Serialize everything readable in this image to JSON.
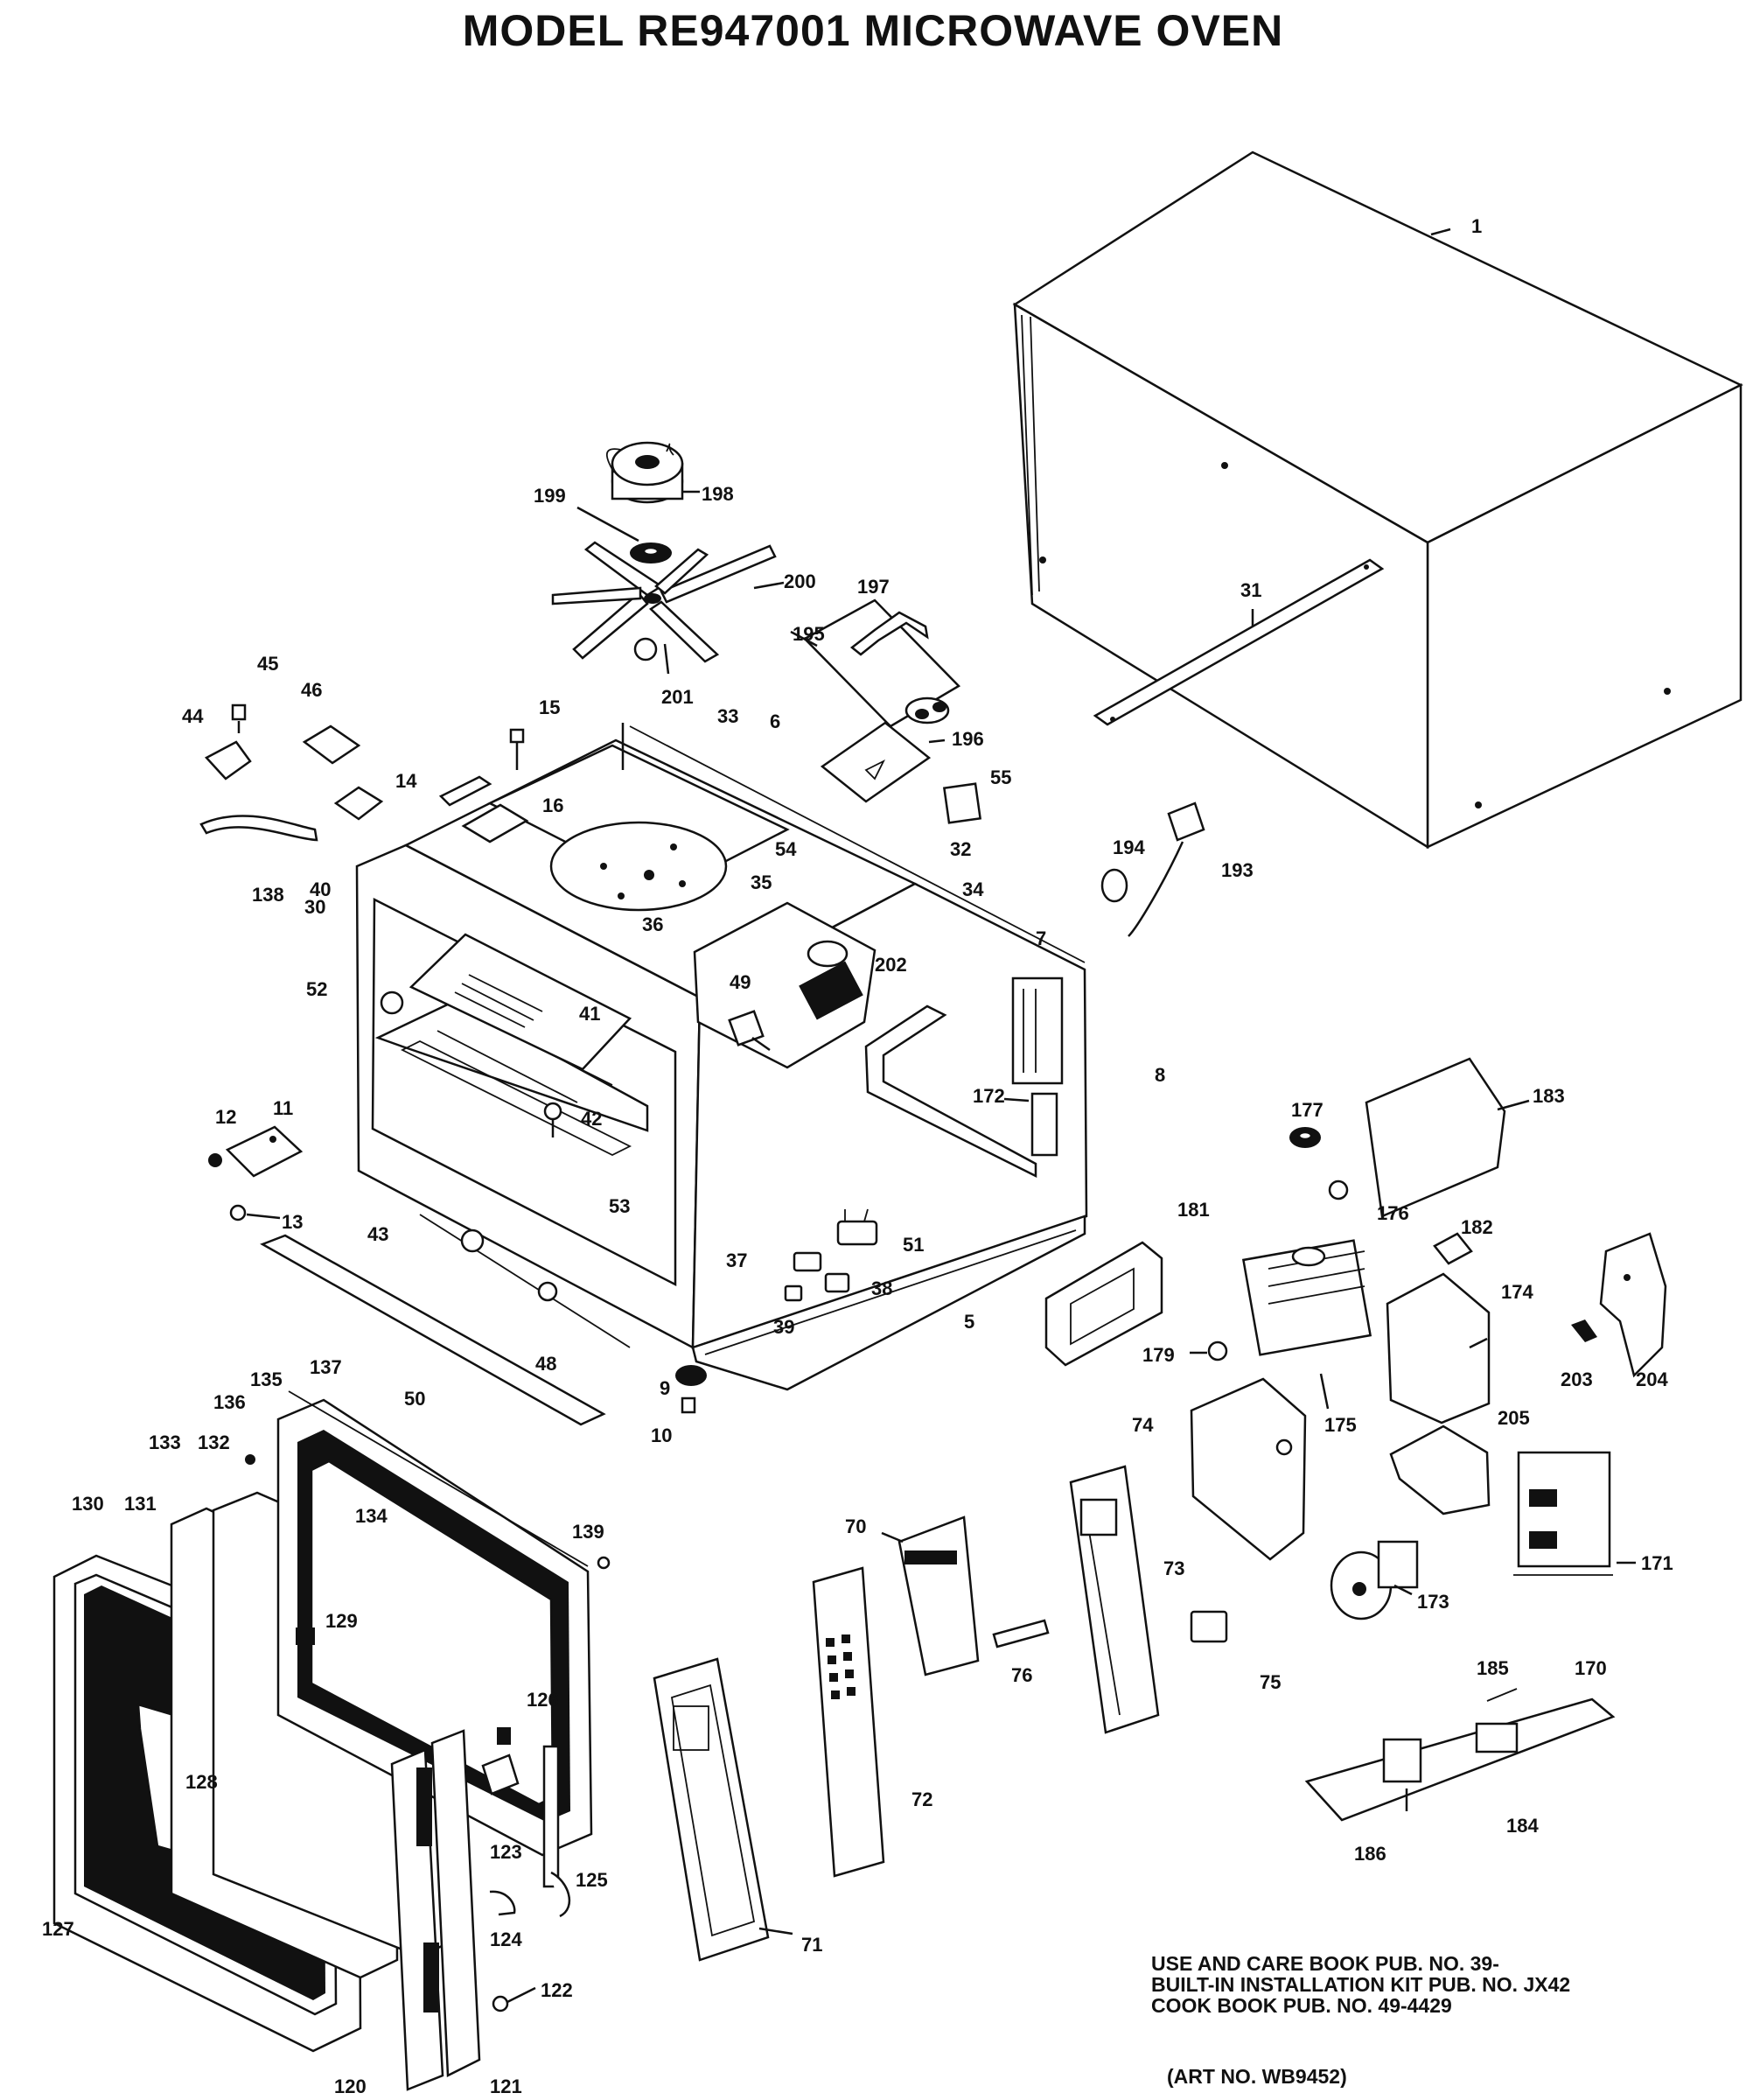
{
  "title": "MODEL  RE947001  MICROWAVE OVEN",
  "publications": [
    "USE AND CARE BOOK PUB. NO. 39-",
    "BUILT-IN INSTALLATION KIT PUB. NO. JX42",
    "COOK BOOK PUB. NO. 49-4429"
  ],
  "art_number": "(ART NO. WB9452)",
  "part_labels": {
    "p1": "1",
    "p5": "5",
    "p6": "6",
    "p7": "7",
    "p8": "8",
    "p9": "9",
    "p10": "10",
    "p11": "11",
    "p12": "12",
    "p13": "13",
    "p14": "14",
    "p15": "15",
    "p16": "16",
    "p30": "30",
    "p31": "31",
    "p32": "32",
    "p33": "33",
    "p34": "34",
    "p35": "35",
    "p36": "36",
    "p37": "37",
    "p38": "38",
    "p39": "39",
    "p40": "40",
    "p41": "41",
    "p42": "42",
    "p43": "43",
    "p44": "44",
    "p45": "45",
    "p46": "46",
    "p48": "48",
    "p49": "49",
    "p50": "50",
    "p51": "51",
    "p52": "52",
    "p53": "53",
    "p54": "54",
    "p55": "55",
    "p70": "70",
    "p71": "71",
    "p72": "72",
    "p73": "73",
    "p74": "74",
    "p75": "75",
    "p76": "76",
    "p120": "120",
    "p121": "121",
    "p122": "122",
    "p123": "123",
    "p124": "124",
    "p125": "125",
    "p126": "126",
    "p127": "127",
    "p128": "128",
    "p129": "129",
    "p130": "130",
    "p131": "131",
    "p132": "132",
    "p133": "133",
    "p134": "134",
    "p135": "135",
    "p136": "136",
    "p137": "137",
    "p138": "138",
    "p139": "139",
    "p170": "170",
    "p171": "171",
    "p172": "172",
    "p173": "173",
    "p174": "174",
    "p175": "175",
    "p176": "176",
    "p177": "177",
    "p179": "179",
    "p181": "181",
    "p182": "182",
    "p183": "183",
    "p184": "184",
    "p185": "185",
    "p186": "186",
    "p193": "193",
    "p194": "194",
    "p195": "195",
    "p196": "196",
    "p197": "197",
    "p198": "198",
    "p199": "199",
    "p200": "200",
    "p201": "201",
    "p202": "202",
    "p203": "203",
    "p204": "204",
    "p205": "205"
  }
}
